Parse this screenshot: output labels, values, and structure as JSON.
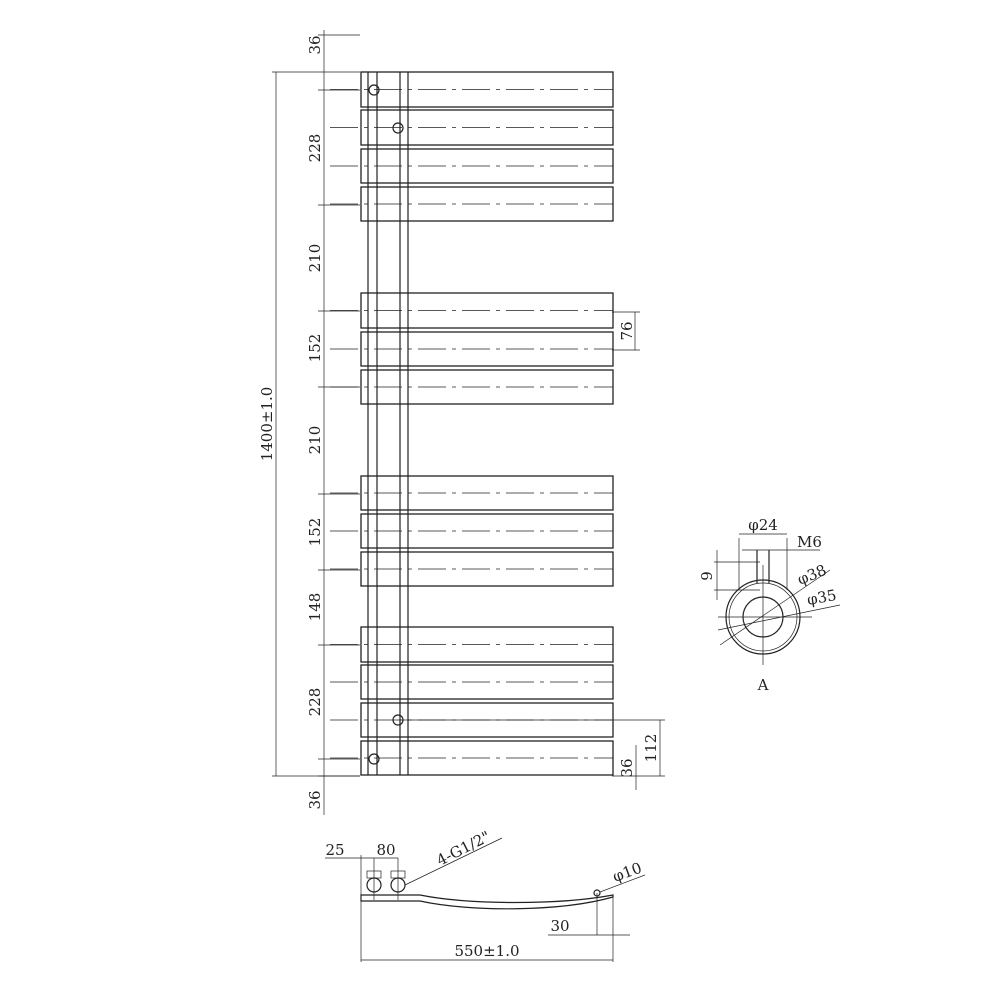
{
  "front_view": {
    "left_dimensions": [
      "36",
      "228",
      "210",
      "152",
      "210",
      "152",
      "148",
      "228",
      "36"
    ],
    "overall_height": "1400±1.0",
    "bar_spacing": "76",
    "valve_height": "112",
    "bottom_offset": "36"
  },
  "detail_a": {
    "label": "A",
    "dia_24": "φ24",
    "thread": "M6",
    "height_9": "9",
    "dia_38": "φ38",
    "dia_35": "φ35"
  },
  "bottom_view": {
    "offset_25": "25",
    "spacing_80": "80",
    "connections": "4-G1/2\"",
    "dia_10": "φ10",
    "offset_30": "30",
    "overall_width": "550±1.0"
  }
}
